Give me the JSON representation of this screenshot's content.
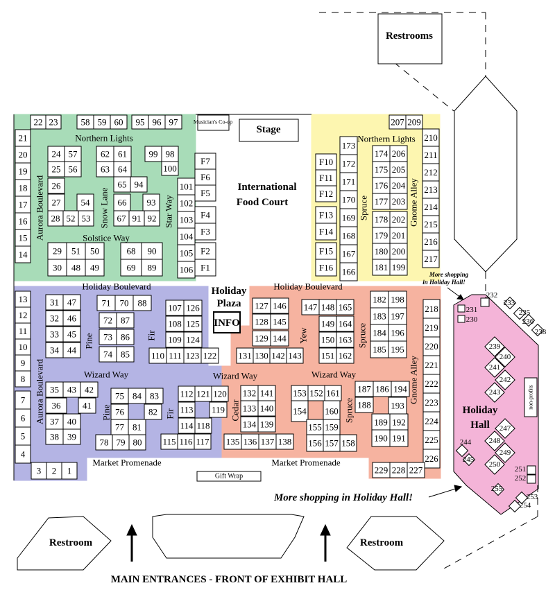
{
  "title": "MAIN ENTRANCES - FRONT OF EXHIBIT HALL",
  "areas": {
    "restrooms_top": "Restrooms",
    "restroom_left": "Restroom",
    "restroom_right": "Restroom",
    "stage": "Stage",
    "musicians_coop": "Musician's Co-op",
    "food_court": "International Food Court",
    "info": "INFO",
    "holiday_plaza": "Holiday Plaza",
    "holiday_hall": "Holiday Hall",
    "gift_wrap": "Gift Wrap",
    "non_profits": "non-profits",
    "more_shopping_small": "More shopping in Holiday Hall!",
    "more_shopping_big": "More shopping in Holiday Hall!"
  },
  "sections": {
    "green": {
      "color": "#a8dcb8"
    },
    "yellow": {
      "color": "#fdf6b0"
    },
    "purple": {
      "color": "#b4b4e4"
    },
    "salmon": {
      "color": "#f6b3a0"
    },
    "pink": {
      "color": "#f4b4d8"
    }
  },
  "streets": {
    "northern_lights": "Northern Lights",
    "aurora_boulevard": "Aurora Boulevard",
    "snow_lane": "Snow Lane",
    "star_way": "Star Way",
    "solstice_way": "Solstice Way",
    "spruce": "Spruce",
    "gnome_alley": "Gnome Alley",
    "holiday_boulevard": "Holiday Boulevard",
    "pine": "Pine",
    "fir": "Fir",
    "wizard_way": "Wizard Way",
    "market_promenade": "Market Promenade",
    "yew": "Yew",
    "cedar": "Cedar"
  },
  "booths": [
    "1",
    "2",
    "3",
    "4",
    "5",
    "6",
    "7",
    "8",
    "9",
    "10",
    "11",
    "12",
    "13",
    "14",
    "15",
    "16",
    "17",
    "18",
    "19",
    "20",
    "21",
    "22",
    "23",
    "24",
    "25",
    "26",
    "27",
    "28",
    "29",
    "30",
    "31",
    "32",
    "33",
    "34",
    "35",
    "36",
    "37",
    "38",
    "39",
    "40",
    "41",
    "42",
    "43",
    "44",
    "45",
    "46",
    "47",
    "48",
    "49",
    "50",
    "51",
    "52",
    "53",
    "54",
    "56",
    "57",
    "58",
    "59",
    "60",
    "61",
    "62",
    "63",
    "64",
    "65",
    "66",
    "67",
    "68",
    "69",
    "70",
    "71",
    "72",
    "73",
    "74",
    "75",
    "76",
    "77",
    "78",
    "79",
    "80",
    "81",
    "82",
    "83",
    "84",
    "85",
    "86",
    "87",
    "88",
    "89",
    "90",
    "91",
    "92",
    "93",
    "94",
    "95",
    "96",
    "97",
    "98",
    "99",
    "100",
    "101",
    "102",
    "103",
    "104",
    "105",
    "106",
    "107",
    "108",
    "109",
    "110",
    "111",
    "112",
    "113",
    "114",
    "115",
    "116",
    "117",
    "118",
    "119",
    "120",
    "121",
    "122",
    "123",
    "124",
    "125",
    "126",
    "127",
    "128",
    "129",
    "130",
    "131",
    "132",
    "133",
    "134",
    "135",
    "136",
    "137",
    "138",
    "139",
    "140",
    "141",
    "142",
    "143",
    "144",
    "145",
    "146",
    "147",
    "148",
    "149",
    "150",
    "151",
    "152",
    "153",
    "154",
    "155",
    "156",
    "157",
    "158",
    "159",
    "160",
    "161",
    "162",
    "163",
    "164",
    "165",
    "166",
    "167",
    "168",
    "169",
    "170",
    "171",
    "172",
    "173",
    "174",
    "175",
    "176",
    "177",
    "178",
    "179",
    "180",
    "181",
    "182",
    "183",
    "184",
    "185",
    "186",
    "187",
    "188",
    "189",
    "190",
    "191",
    "192",
    "193",
    "194",
    "195",
    "196",
    "197",
    "198",
    "199",
    "200",
    "201",
    "202",
    "203",
    "204",
    "205",
    "206",
    "207",
    "209",
    "210",
    "211",
    "212",
    "213",
    "214",
    "215",
    "216",
    "217",
    "218",
    "219",
    "220",
    "221",
    "222",
    "223",
    "224",
    "225",
    "226",
    "227",
    "228",
    "229",
    "230",
    "231",
    "232",
    "233",
    "235",
    "236",
    "238",
    "239",
    "240",
    "241",
    "242",
    "243",
    "244",
    "245",
    "247",
    "248",
    "249",
    "250",
    "251",
    "252",
    "253",
    "254",
    "255",
    "F1",
    "F2",
    "F3",
    "F4",
    "F5",
    "F6",
    "F7",
    "F10",
    "F11",
    "F12",
    "F13",
    "F14",
    "F15",
    "F16"
  ]
}
